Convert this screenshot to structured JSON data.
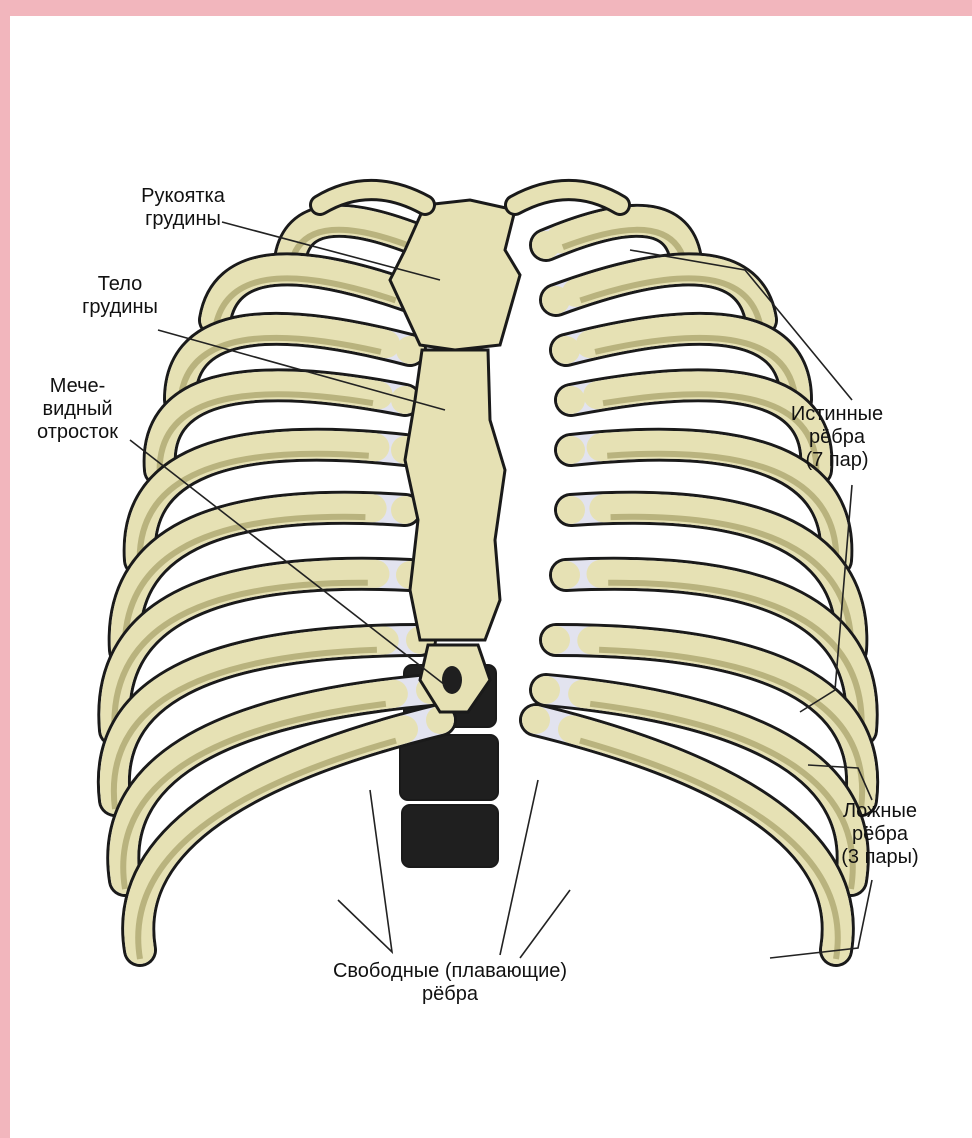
{
  "colors": {
    "frame": "#f2b6bd",
    "background": "#ffffff",
    "bone": "#e6e1b4",
    "bone_shade": "#b9b37e",
    "cartilage": "#e2e3ef",
    "cartilage_shade": "#a7aac4",
    "spine": "#1f1f1f",
    "outline": "#1a1a1a"
  },
  "labels": {
    "manubrium": "Рукоятка\nгрудины",
    "body": "Тело\nгрудины",
    "xiphoid": "Мече-\nвидный\nотросток",
    "true_ribs": "Истинные\nрёбра\n(7 пар)",
    "false_ribs": "Ложные\nрёбра\n(3 пары)",
    "floating_ribs": "Свободные (плавающие)\nрёбра"
  }
}
